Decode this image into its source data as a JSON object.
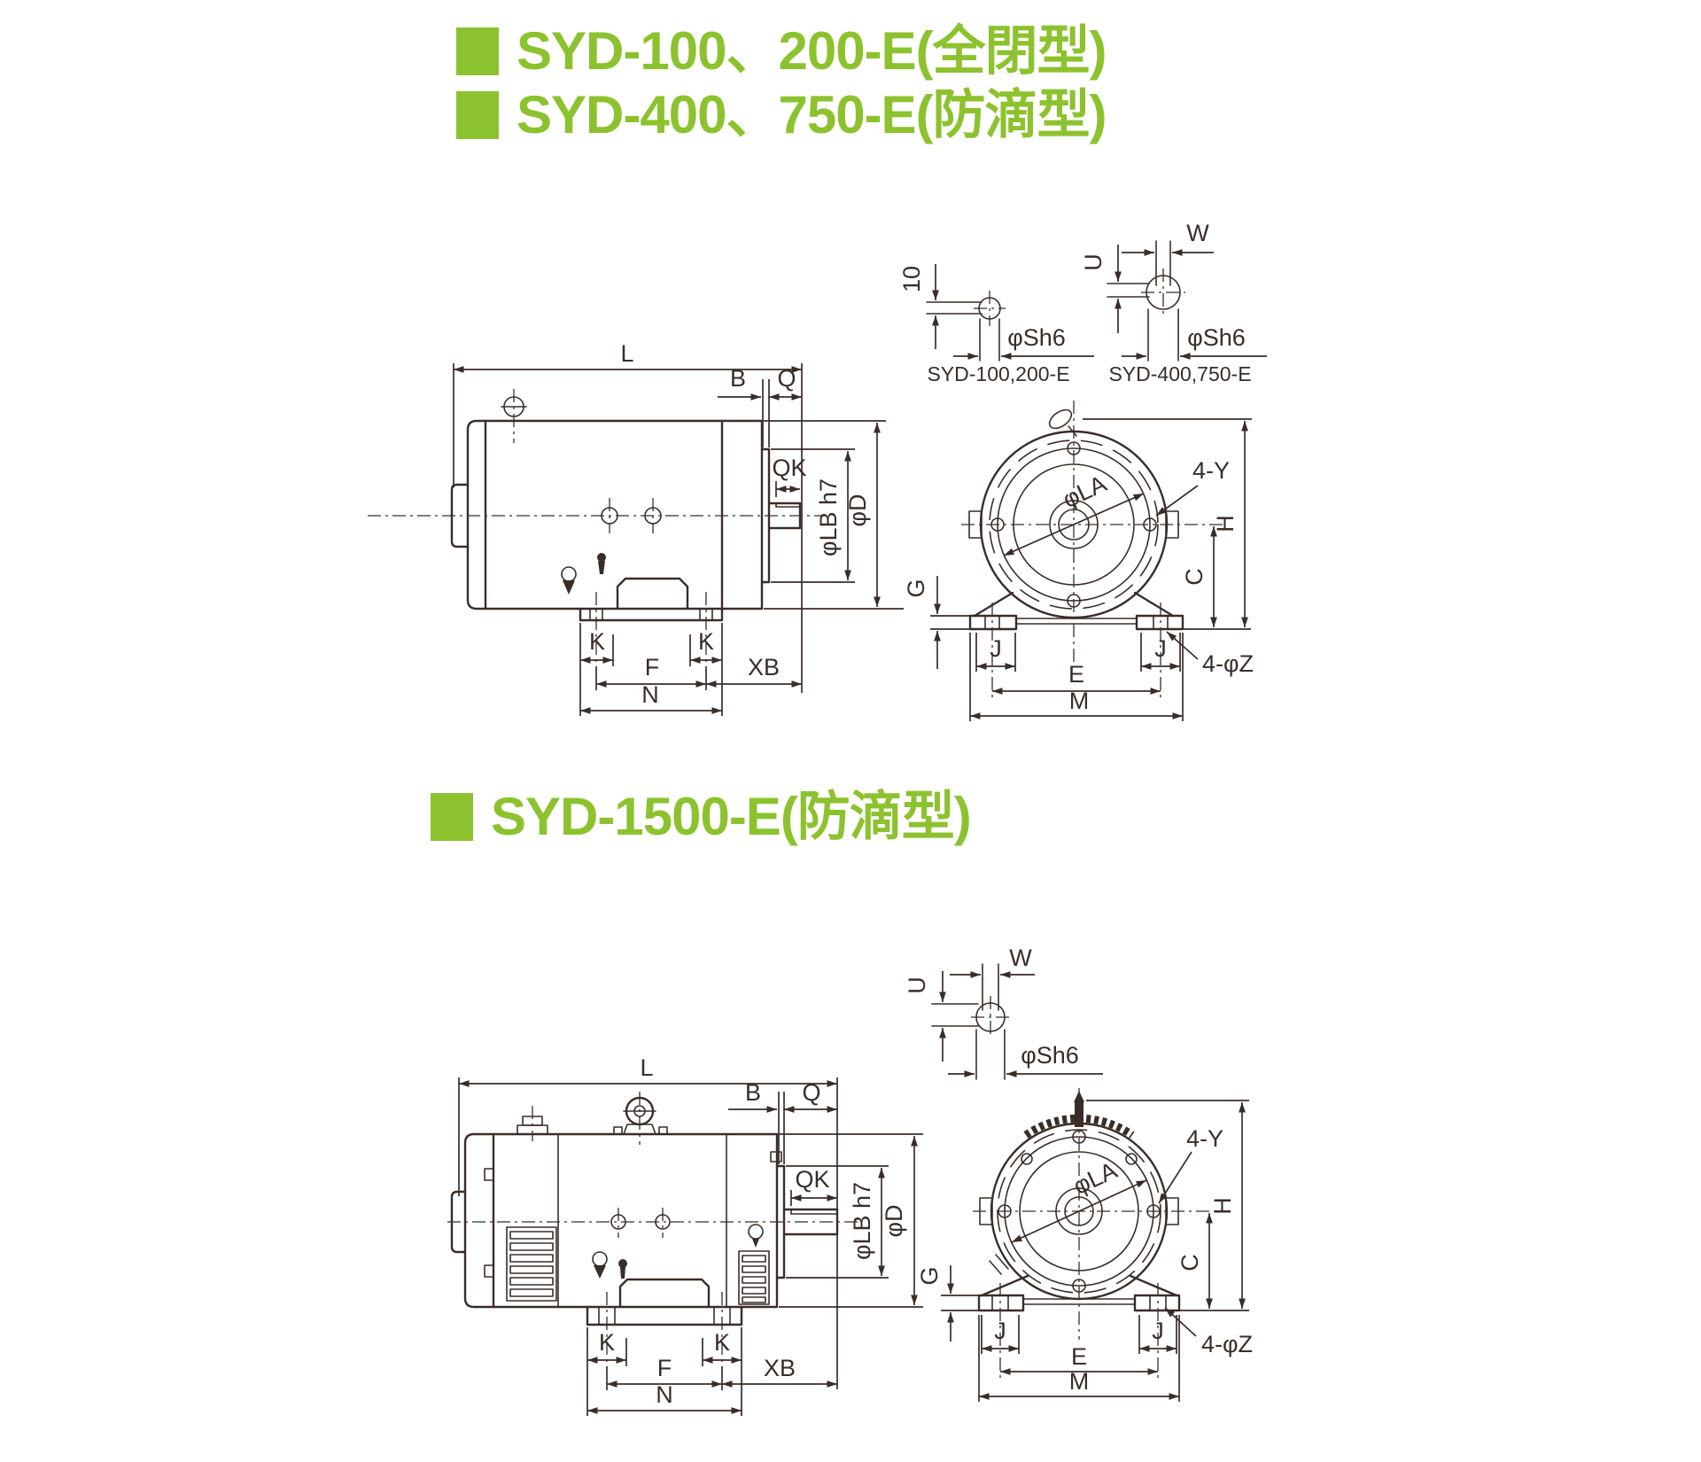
{
  "page": {
    "background": "#ffffff",
    "accent_green": "#8dc22f",
    "line_color": "#3a2d28"
  },
  "headers": {
    "title1": "SYD-100、200-E(全閉型)",
    "title2": "SYD-400、750-E(防滴型)",
    "title3": "SYD-1500-E(防滴型)"
  },
  "diagram1": {
    "shaft_detail_a": {
      "flat": "10",
      "dia": "φSh6",
      "caption": "SYD-100,200-E"
    },
    "shaft_detail_b": {
      "depth": "U",
      "width": "W",
      "dia": "φSh6",
      "caption": "SYD-400,750-E"
    },
    "side_view": {
      "L": "L",
      "B": "B",
      "Q": "Q",
      "QK": "QK",
      "LB": "φLB h7",
      "D": "φD",
      "K_left": "K",
      "K_right": "K",
      "F": "F",
      "N": "N",
      "XB": "XB"
    },
    "front_view": {
      "LA": "φLA",
      "Y": "4-Y",
      "H": "H",
      "C": "C",
      "G": "G",
      "J_left": "J",
      "J_right": "J",
      "E": "E",
      "M": "M",
      "Z": "4-φZ"
    }
  },
  "diagram2": {
    "shaft_detail": {
      "depth": "U",
      "width": "W",
      "dia": "φSh6"
    },
    "side_view": {
      "L": "L",
      "B": "B",
      "Q": "Q",
      "QK": "QK",
      "LB": "φLB h7",
      "D": "φD",
      "K_left": "K",
      "K_right": "K",
      "F": "F",
      "N": "N",
      "XB": "XB"
    },
    "front_view": {
      "LA": "φLA",
      "Y": "4-Y",
      "H": "H",
      "C": "C",
      "G": "G",
      "J_left": "J",
      "J_right": "J",
      "E": "E",
      "M": "M",
      "Z": "4-φZ"
    }
  }
}
